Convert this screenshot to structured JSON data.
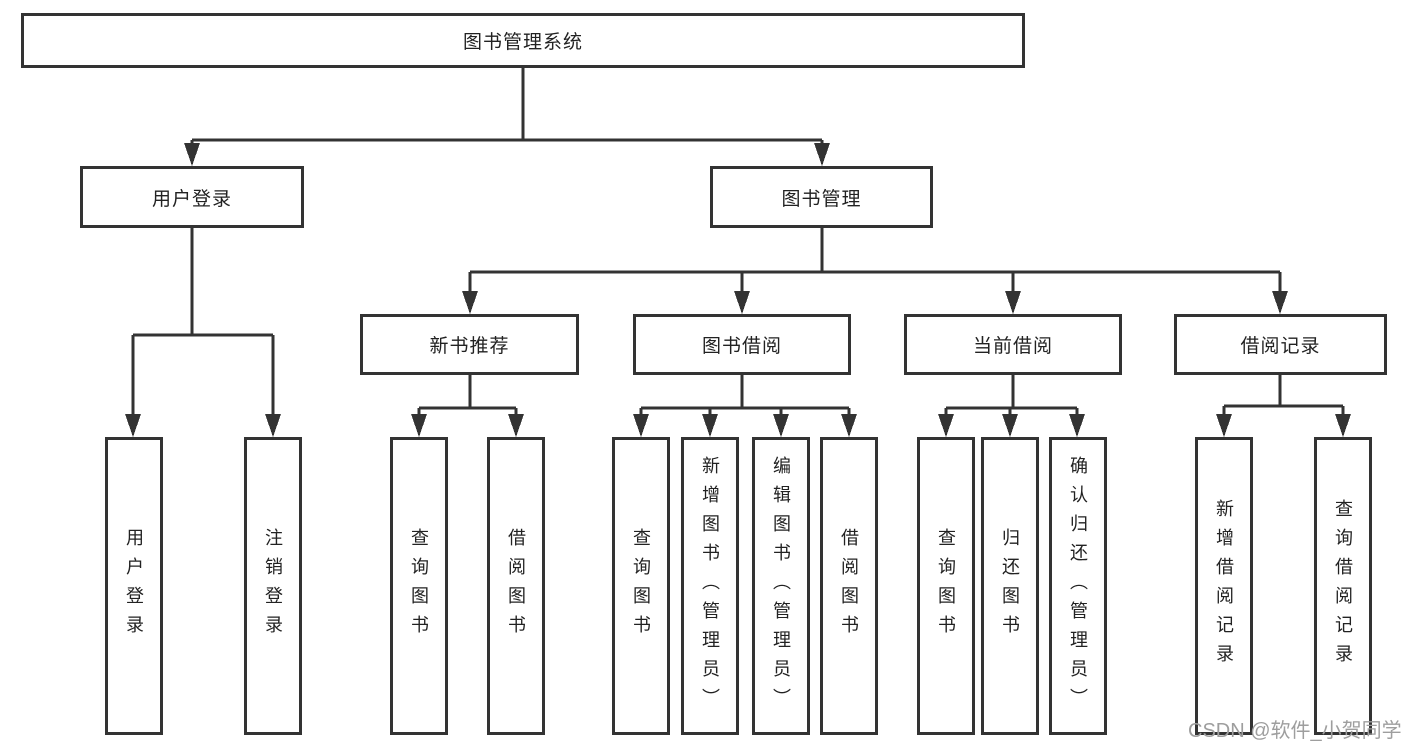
{
  "tree": {
    "label": "图书管理系统",
    "children": [
      {
        "label": "用户登录",
        "children": [
          {
            "label": "用户登录"
          },
          {
            "label": "注销登录"
          }
        ]
      },
      {
        "label": "图书管理",
        "children": [
          {
            "label": "新书推荐",
            "children": [
              {
                "label": "查询图书"
              },
              {
                "label": "借阅图书"
              }
            ]
          },
          {
            "label": "图书借阅",
            "children": [
              {
                "label": "查询图书"
              },
              {
                "label": "新增图书（管理员）"
              },
              {
                "label": "编辑图书（管理员）"
              },
              {
                "label": "借阅图书"
              }
            ]
          },
          {
            "label": "当前借阅",
            "children": [
              {
                "label": "查询图书"
              },
              {
                "label": "归还图书"
              },
              {
                "label": "确认归还（管理员）"
              }
            ]
          },
          {
            "label": "借阅记录",
            "children": [
              {
                "label": "新增借阅记录"
              },
              {
                "label": "查询借阅记录"
              }
            ]
          }
        ]
      }
    ]
  },
  "watermark": {
    "text": "CSDN @软件_小贺同学"
  },
  "colors": {
    "line": "#333333",
    "box_border": "#333333",
    "text": "#222222",
    "background": "#ffffff",
    "watermark": "#9e9e9e"
  }
}
